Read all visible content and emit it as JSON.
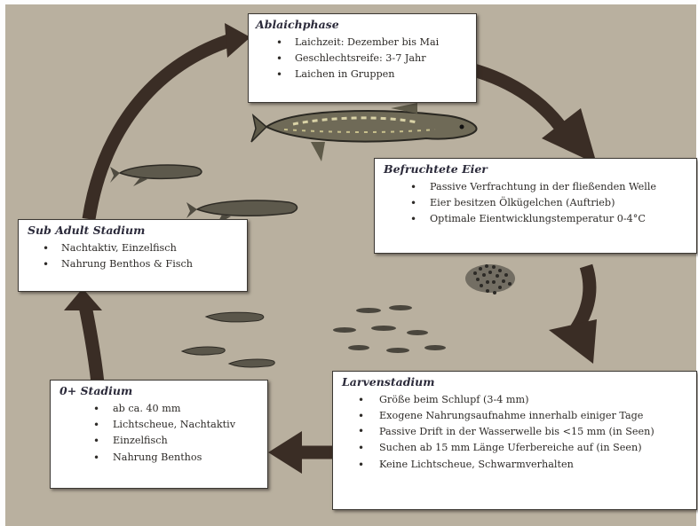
{
  "colors": {
    "background": "#b9b09f",
    "arrow": "#3a2d25",
    "box_fill": "#ffffff",
    "text": "#2e2b28"
  },
  "stages": {
    "ablaich": {
      "title": "Ablaichphase",
      "items": [
        "Laichzeit: Dezember bis Mai",
        "Geschlechtsreife: 3-7 Jahr",
        "Laichen in Gruppen"
      ]
    },
    "eier": {
      "title": "Befruchtete Eier",
      "items": [
        "Passive Verfrachtung in der fließenden Welle",
        "Eier besitzen Ölkügelchen (Auftrieb)",
        "Optimale Eientwicklungstemperatur 0-4°C"
      ]
    },
    "larven": {
      "title": "Larvenstadium",
      "items": [
        "Größe beim Schlupf (3-4 mm)",
        "Exogene Nahrungsaufnahme innerhalb einiger Tage",
        "Passive Drift in der Wasserwelle bis <15 mm (in Seen)",
        "Suchen ab 15 mm Länge Uferbereiche auf (in Seen)",
        "Keine Lichtscheue, Schwarmverhalten"
      ]
    },
    "plus": {
      "title": "0+ Stadium",
      "items": [
        "ab ca. 40 mm",
        "Lichtscheue, Nachtaktiv",
        "Einzelfisch",
        "Nahrung Benthos"
      ]
    },
    "sub": {
      "title": "Sub Adult Stadium",
      "items": [
        "Nachtaktiv, Einzelfisch",
        "Nahrung Benthos & Fisch"
      ]
    }
  }
}
